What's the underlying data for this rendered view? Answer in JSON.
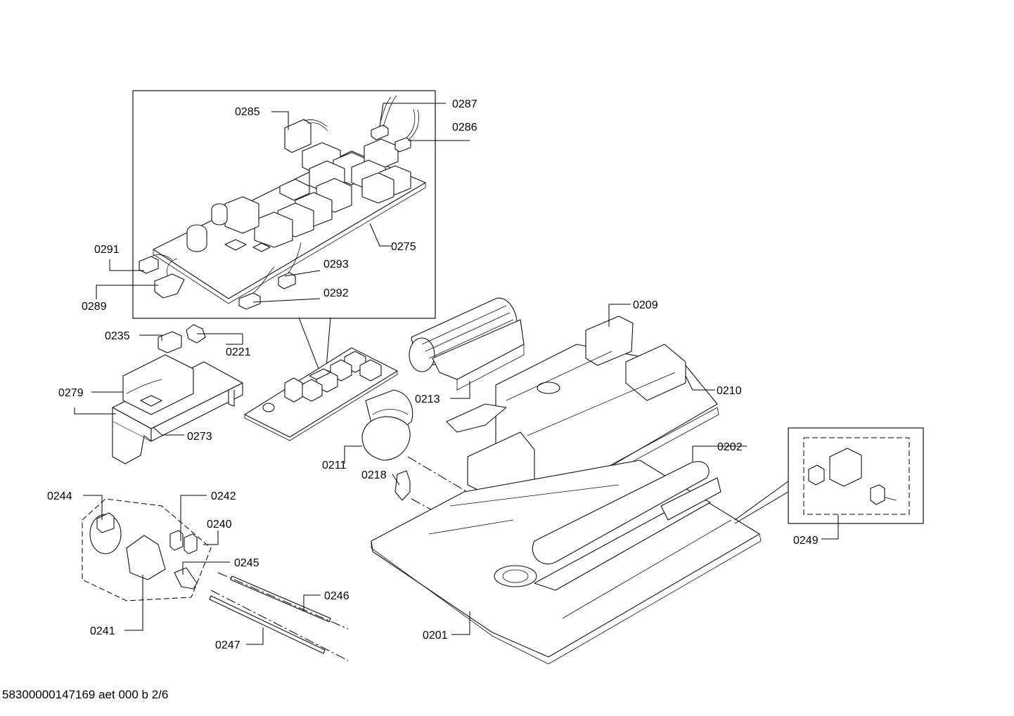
{
  "document_id": "58300000147169 aet 000 b 2/6",
  "labels": {
    "l0201": "0201",
    "l0202": "0202",
    "l0209": "0209",
    "l0210": "0210",
    "l0211": "0211",
    "l0213": "0213",
    "l0218": "0218",
    "l0221": "0221",
    "l0235": "0235",
    "l0240": "0240",
    "l0241": "0241",
    "l0242": "0242",
    "l0244": "0244",
    "l0245": "0245",
    "l0246": "0246",
    "l0247": "0247",
    "l0249": "0249",
    "l0273": "0273",
    "l0275": "0275",
    "l0279": "0279",
    "l0285": "0285",
    "l0286": "0286",
    "l0287": "0287",
    "l0289": "0289",
    "l0291": "0291",
    "l0292": "0292",
    "l0293": "0293"
  }
}
